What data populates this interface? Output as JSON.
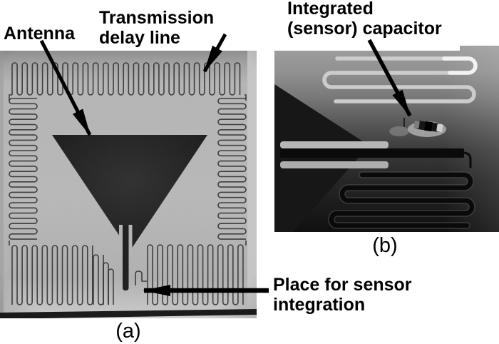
{
  "figure": {
    "labels": {
      "antenna": "Antenna",
      "transmission_delay_line": "Transmission\ndelay line",
      "integrated_capacitor": "Integrated\n(sensor) capacitor",
      "sensor_place": "Place for sensor\nintegration"
    },
    "captions": {
      "a": "(a)",
      "b": "(b)"
    },
    "theme": {
      "page_bg": "#ffffff",
      "label_color": "#000000",
      "arrow_color": "#000000",
      "photo_a_bg": "#b5b5b5",
      "trace_dark": "#2e2e2e",
      "triangle_fill": "#1d1d1d",
      "photo_b_top": "#9b9b9b",
      "photo_b_bottom": "#111111",
      "trace_light": "#cccccc"
    }
  }
}
